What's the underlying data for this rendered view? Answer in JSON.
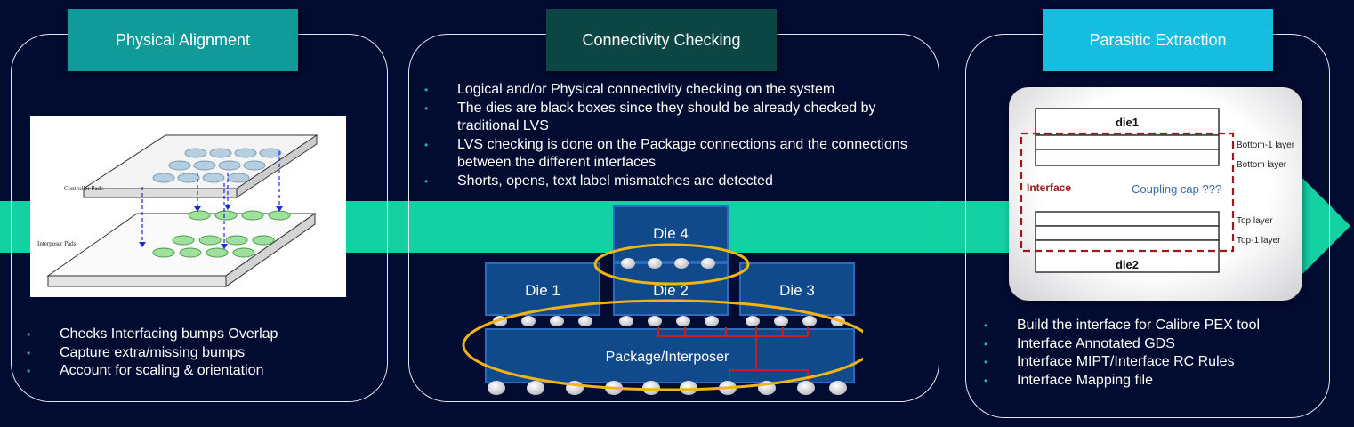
{
  "panels": [
    {
      "title": "Physical Alignment",
      "bullets": [
        "Checks Interfacing bumps Overlap",
        "Capture extra/missing bumps",
        "Account for scaling & orientation"
      ],
      "figure": {
        "top_label": "Controller Pads",
        "bottom_label": "Interposer Pads"
      }
    },
    {
      "title": "Connectivity Checking",
      "bullets": [
        "Logical and/or Physical connectivity checking on the system",
        "The dies are black boxes since they should be already checked by traditional LVS",
        "LVS checking is done on the Package connections and the connections between the different interfaces",
        "Shorts, opens, text label mismatches are detected"
      ],
      "stack": {
        "die4": "Die 4",
        "die1": "Die 1",
        "die2": "Die 2",
        "die3": "Die 3",
        "package": "Package/Interposer"
      }
    },
    {
      "title": "Parasitic Extraction",
      "bullets": [
        "Build the interface for Calibre PEX tool",
        "Interface Annotated GDS",
        "Interface MIPT/Interface RC Rules",
        "Interface Mapping file"
      ],
      "figure": {
        "die1": "die1",
        "die2": "die2",
        "bottom1_layer": "Bottom-1 layer",
        "bottom_layer": "Bottom layer",
        "top_layer": "Top layer",
        "top1_layer": "Top-1 layer",
        "interface": "Interface",
        "coupling": "Coupling cap ???"
      }
    }
  ],
  "colors": {
    "bg": "#020b30",
    "arrow": "#14d1a3",
    "title1": "#119a9a",
    "title2": "#0b4645",
    "title3": "#15bde0",
    "die": "#114a8a",
    "ring": "#f0b418",
    "wire": "#d11a1a"
  }
}
